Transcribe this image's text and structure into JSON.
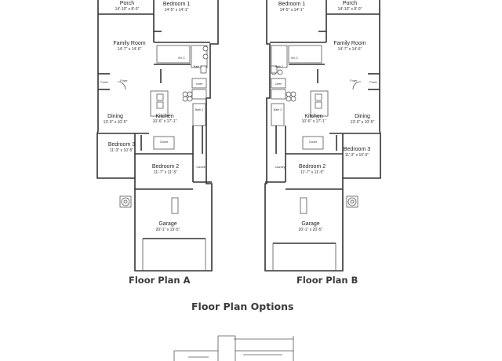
{
  "captions": {
    "plan_a": "Floor Plan A",
    "plan_b": "Floor Plan B",
    "options_heading": "Floor Plan Options"
  },
  "plan_a": {
    "porch": {
      "name": "Porch",
      "dim": "14'-10\" x 8'-0\""
    },
    "bedroom1": {
      "name": "Bedroom 1",
      "dim": "14'-5\" x 14'-1\""
    },
    "family": {
      "name": "Family Room",
      "dim": "14'-7\" x 14'-6\""
    },
    "wic": {
      "name": "W.I.C."
    },
    "bath1": {
      "name": "Bath 1"
    },
    "linen": {
      "name": "Linen"
    },
    "porch_side": {
      "name": "Porch"
    },
    "foyer": {
      "name": "Foyer"
    },
    "dining": {
      "name": "Dining",
      "dim": "13'-0\" x 10'-5\""
    },
    "kitchen": {
      "name": "Kitchen",
      "dim": "10'-6\" x 17'-1\""
    },
    "bath2": {
      "name": "Bath 2"
    },
    "closet": {
      "name": "Closet"
    },
    "bedroom3": {
      "name": "Bedroom 3",
      "dim": "11'-3\" x 10'-5\""
    },
    "bedroom2": {
      "name": "Bedroom 2",
      "dim": "11'-7\" x 11'-5\""
    },
    "laundry": {
      "name": "Laundry"
    },
    "garage": {
      "name": "Garage",
      "dim": "20'-1\" x 19'-5\""
    }
  },
  "plan_b": {
    "bedroom1": {
      "name": "Bedroom 1",
      "dim": "14'-5\" x 14'-1\""
    },
    "porch": {
      "name": "Porch",
      "dim": "14'-10\" x 8'-0\""
    },
    "family": {
      "name": "Family Room",
      "dim": "14'-7\" x 14'-6\""
    },
    "wic": {
      "name": "W.I.C."
    },
    "bath1": {
      "name": "Bath 1"
    },
    "linen": {
      "name": "Linen"
    },
    "porch_side": {
      "name": "Porch"
    },
    "foyer": {
      "name": "Foyer"
    },
    "dining": {
      "name": "Dining",
      "dim": "13'-0\" x 10'-5\""
    },
    "kitchen": {
      "name": "Kitchen",
      "dim": "10'-6\" x 17'-1\""
    },
    "bath2": {
      "name": "Bath 2"
    },
    "closet": {
      "name": "Closet"
    },
    "bedroom3": {
      "name": "Bedroom 3",
      "dim": "11'-3\" x 10'-5\""
    },
    "bedroom2": {
      "name": "Bedroom 2",
      "dim": "11'-7\" x 11'-5\""
    },
    "laundry": {
      "name": "Laundry"
    },
    "garage": {
      "name": "Garage",
      "dim": "20'-1\" x 20'-5\""
    }
  }
}
